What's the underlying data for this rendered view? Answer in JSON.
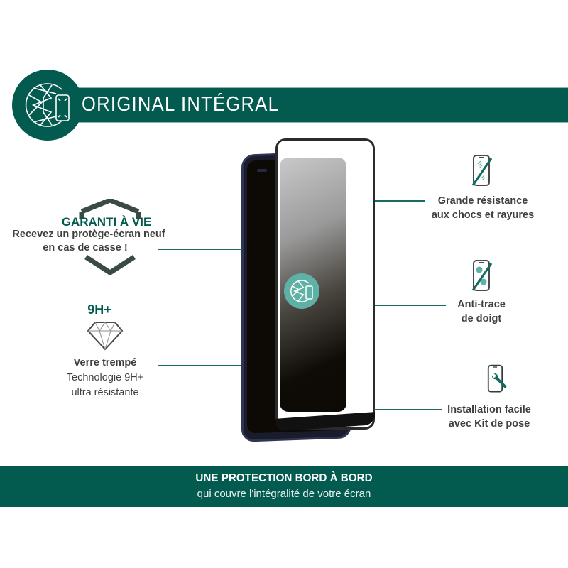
{
  "header": {
    "title": "ORIGINAL INTÉGRAL",
    "badge_icon": "diamond-phone-logo-icon"
  },
  "left_features": [
    {
      "title": "GARANTI À VIE",
      "lines": [
        "Recevez un protège-écran neuf",
        "en cas de casse !"
      ],
      "icon": "shield-icon"
    },
    {
      "title": "9H+",
      "heading": "Verre trempé",
      "lines": [
        "Technologie 9H+",
        "ultra résistante"
      ],
      "icon": "diamond-icon"
    }
  ],
  "right_features": [
    {
      "lines": [
        "Grande résistance",
        "aux chocs et rayures"
      ],
      "icon": "scratch-resistant-phone-icon"
    },
    {
      "lines": [
        "Anti-trace",
        "de doigt"
      ],
      "icon": "anti-fingerprint-phone-icon"
    },
    {
      "lines": [
        "Installation facile",
        "avec Kit de pose"
      ],
      "icon": "phone-wrench-icon"
    }
  ],
  "product": {
    "image": "phone-with-tempered-glass",
    "screen_logo": "diamond-phone-logo-icon"
  },
  "footer": {
    "title": "UNE PROTECTION BORD À BORD",
    "subtitle": "qui couvre l'intégralité de votre écran"
  },
  "colors": {
    "brand_green": "#035a4f",
    "connector_green": "#176b60",
    "logo_teal": "#5fb1a6",
    "text_gray": "#3f3f3f"
  }
}
